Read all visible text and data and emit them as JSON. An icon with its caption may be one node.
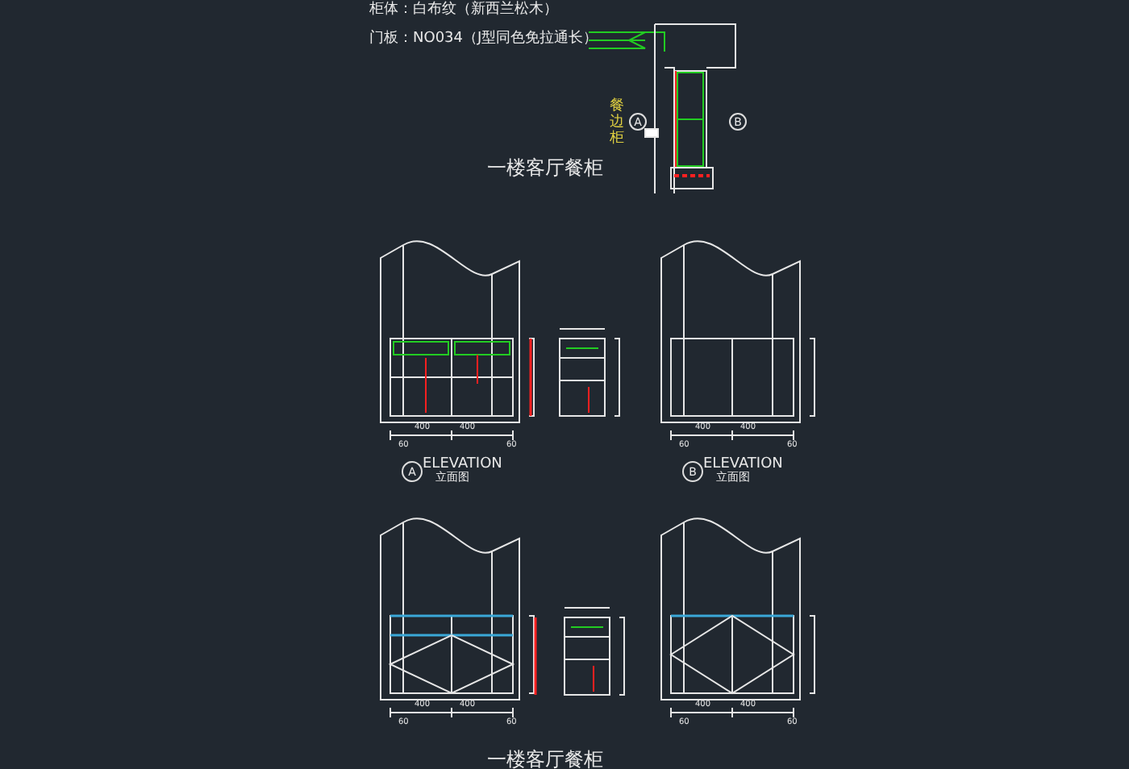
{
  "diagram": {
    "title": "一楼客厅餐柜",
    "nodes": [
      {
        "text": [
          "A"
        ]
      },
      {
        "text": [
          "B"
        ]
      },
      {
        "text": [
          "A"
        ],
        "beside": [
          "ELEVATION",
          "立面图"
        ]
      },
      {
        "text": [
          "B"
        ],
        "beside": [
          "ELEVATION",
          "立面图"
        ]
      }
    ],
    "labels": [
      "柜体：白布纹（新西兰松木）",
      "门板：NO034（J型同色免拉通长）",
      "餐边柜",
      "400",
      "400",
      "60",
      "60",
      "400",
      "400",
      "60",
      "60",
      "400",
      "400",
      "60",
      "60",
      "400",
      "400",
      "60",
      "60",
      "一楼客厅餐柜"
    ]
  }
}
